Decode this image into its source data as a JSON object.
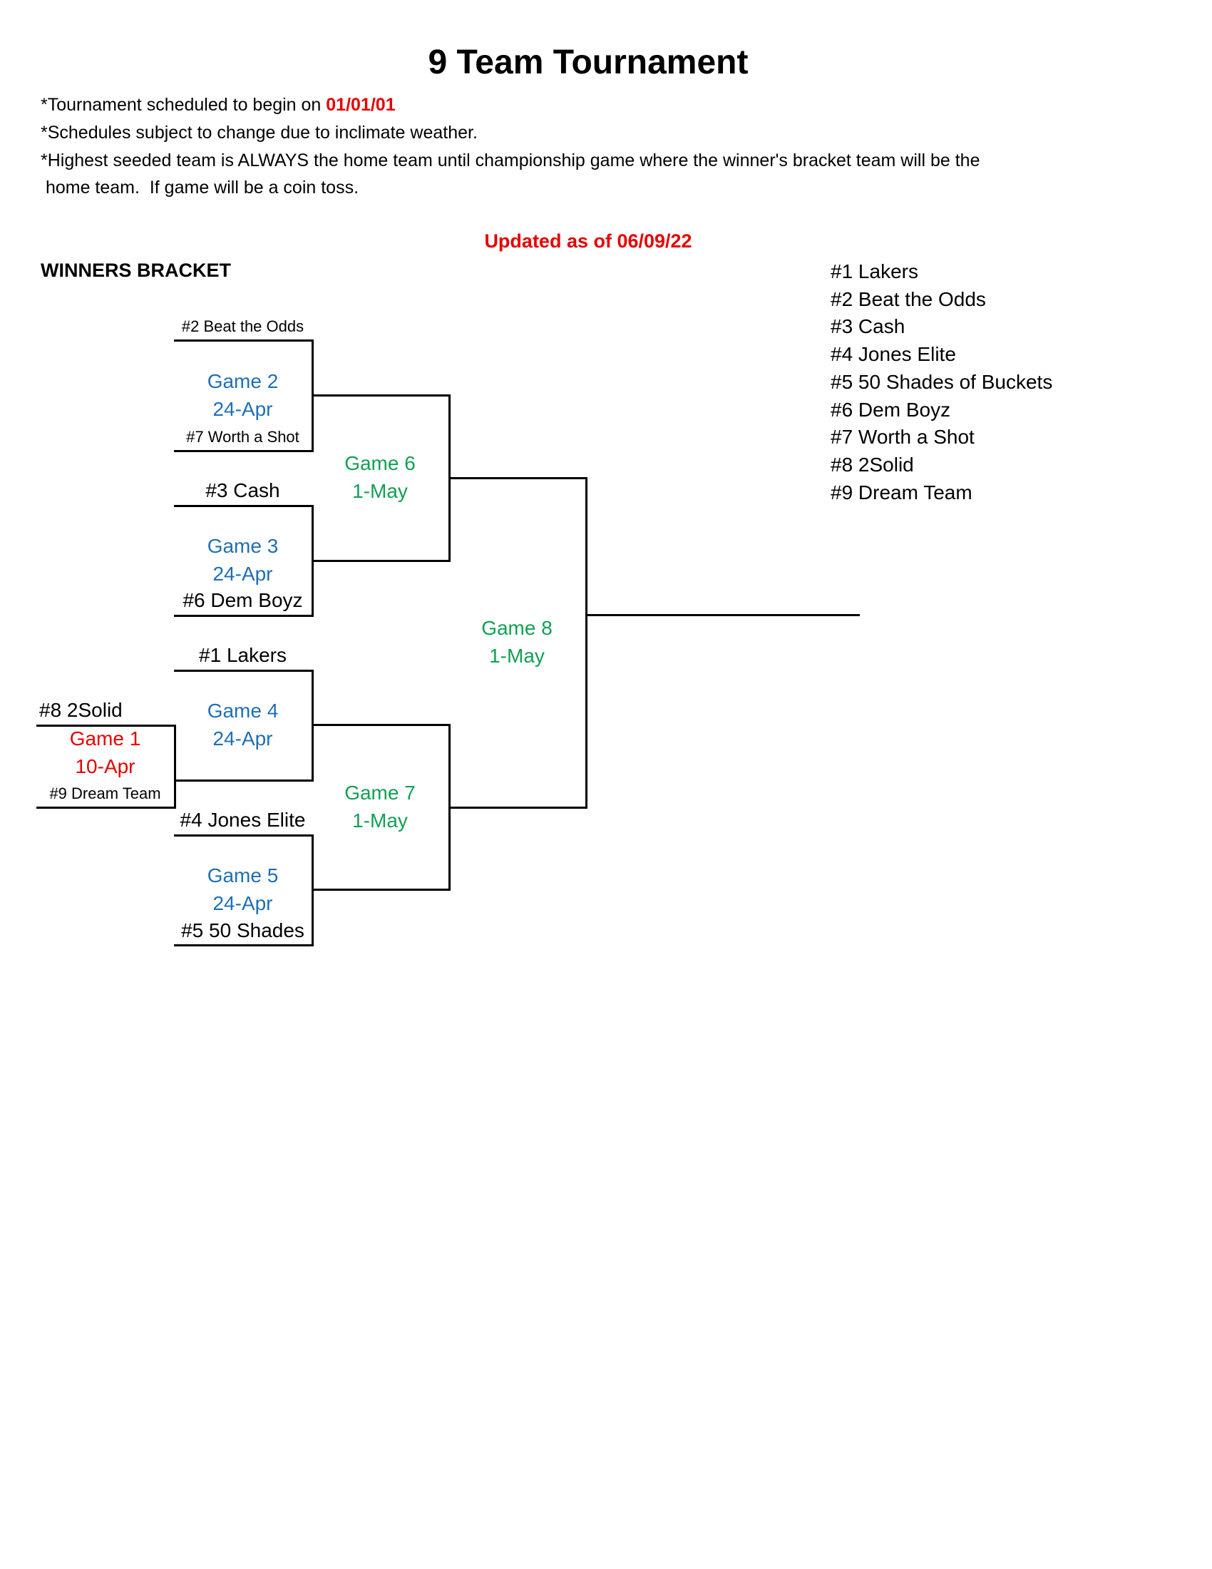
{
  "title": "9 Team Tournament",
  "notes": {
    "line1_prefix": "*Tournament scheduled to begin on ",
    "line1_date": "01/01/01",
    "line2": "*Schedules subject to change due to inclimate weather.",
    "line3": "*Highest seeded team is ALWAYS the home team until championship game where the winner's bracket team will be the",
    "line4": " home team.  If game will be a coin toss."
  },
  "updated": "Updated as of 06/09/22",
  "bracket_heading": "WINNERS BRACKET",
  "seeds": [
    "#1  Lakers",
    "#2  Beat the Odds",
    "#3 Cash",
    "#4 Jones Elite",
    "#5 50 Shades of Buckets",
    "#6 Dem Boyz",
    "#7 Worth a Shot",
    "#8 2Solid",
    "#9 Dream Team"
  ],
  "games": {
    "g1": {
      "name": "Game 1",
      "date": "10-Apr",
      "top": "#8 2Solid",
      "bottom": "#9 Dream Team"
    },
    "g2": {
      "name": "Game 2",
      "date": "24-Apr",
      "top": "#2 Beat the Odds",
      "bottom": "#7 Worth a Shot"
    },
    "g3": {
      "name": "Game 3",
      "date": "24-Apr",
      "top": "#3 Cash",
      "bottom": "#6 Dem Boyz"
    },
    "g4": {
      "name": "Game 4",
      "date": "24-Apr",
      "top": "#1 Lakers"
    },
    "g5": {
      "name": "Game 5",
      "date": "24-Apr",
      "top": "#4 Jones Elite",
      "bottom": "#5 50 Shades"
    },
    "g6": {
      "name": "Game 6",
      "date": "1-May"
    },
    "g7": {
      "name": "Game 7",
      "date": "1-May"
    },
    "g8": {
      "name": "Game 8",
      "date": "1-May"
    }
  },
  "colors": {
    "round1": "#e60000",
    "round2": "#1f6fb5",
    "later_rounds": "#12a054",
    "highlight": "#e60000"
  }
}
